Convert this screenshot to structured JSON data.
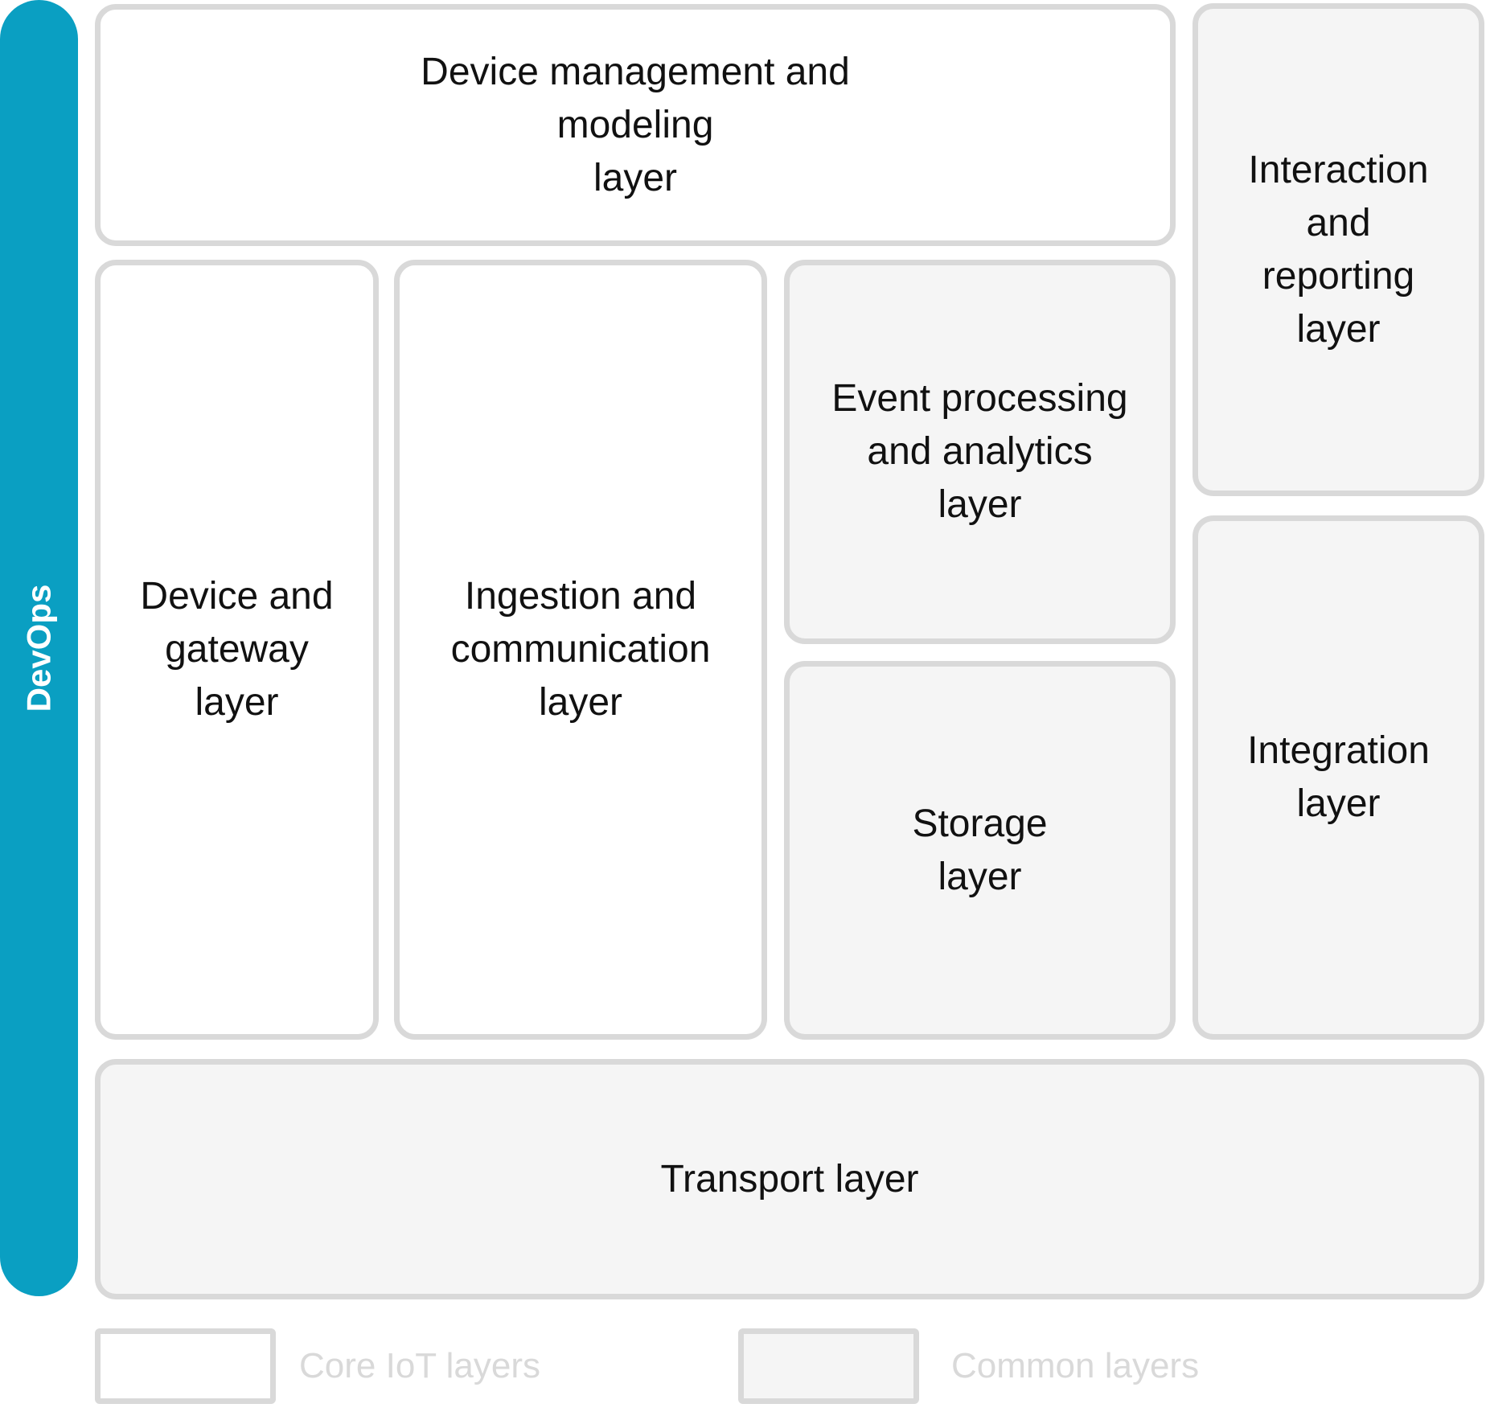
{
  "devops": {
    "label": "DevOps"
  },
  "layers": {
    "device_management": "Device management and\nmodeling\nlayer",
    "interaction": "Interaction\nand\nreporting\nlayer",
    "device_gateway": "Device and\ngateway\nlayer",
    "ingestion": "Ingestion and\ncommunication\nlayer",
    "event_processing": "Event processing\nand analytics\nlayer",
    "storage": "Storage\nlayer",
    "integration": "Integration\nlayer",
    "transport": "Transport layer"
  },
  "legend": {
    "core": "Core IoT layers",
    "common": "Common layers"
  },
  "colors": {
    "devops": "#0a9fc2",
    "border": "#d9d9d9",
    "core_fill": "#ffffff",
    "common_fill": "#f5f5f5"
  }
}
